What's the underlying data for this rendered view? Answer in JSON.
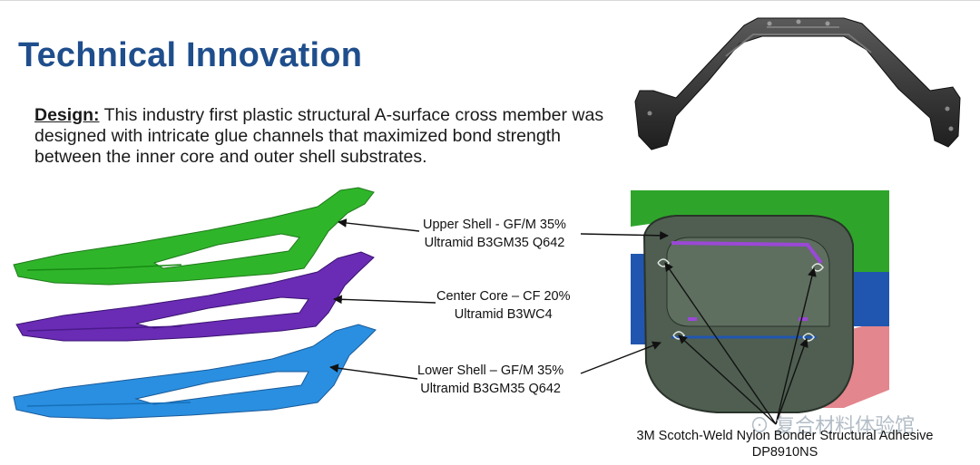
{
  "title": "Technical Innovation",
  "design": {
    "label": "Design:",
    "text": " This industry first plastic structural A-surface cross member was designed with intricate glue channels that maximized bond strength between the inner core and outer shell substrates."
  },
  "callouts": {
    "upper": {
      "line1": "Upper Shell - GF/M 35%",
      "line2": "Ultramid B3GM35 Q642"
    },
    "center": {
      "line1": "Center Core – CF 20%",
      "line2": "Ultramid B3WC4"
    },
    "lower": {
      "line1": "Lower Shell – GF/M 35%",
      "line2": "Ultramid B3GM35 Q642"
    }
  },
  "adhesive": {
    "line1": "3M Scotch-Weld Nylon Bonder Structural Adhesive",
    "line2": "DP8910NS"
  },
  "watermark": "复合材料体验馆",
  "colors": {
    "title": "#1f4e8c",
    "upper_shell": "#2fb52a",
    "center_core": "#6a2bb5",
    "lower_shell": "#2a8fe0",
    "part_gray": "#2e2e2e",
    "section_dark": "#4f5e50",
    "section_green": "#2ea52a",
    "section_blue": "#2156b0",
    "section_pink": "#e3868e"
  }
}
